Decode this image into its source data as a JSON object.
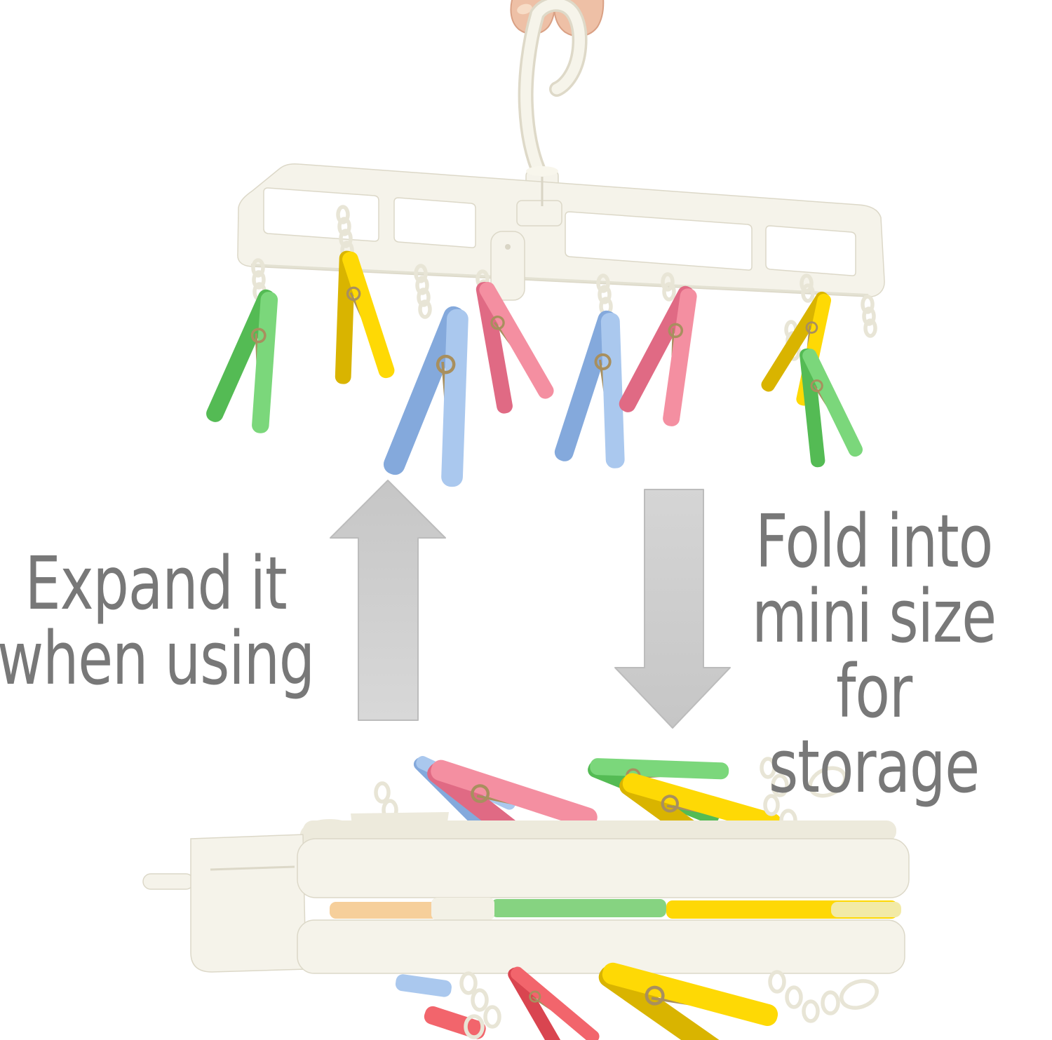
{
  "annotations": {
    "expand_label": "Expand it\nwhen using",
    "fold_label": "Fold into\nmini size for\nstorage",
    "text_color": "#787878",
    "arrow_fill": "#cdcdcd",
    "arrow_outline": "#bcbcbc"
  },
  "figures": {
    "top_photo": {
      "name": "hanger-expanded",
      "clips_visible": [
        "green",
        "yellow",
        "blue",
        "pink",
        "blue",
        "pink",
        "yellow",
        "green"
      ]
    },
    "bottom_photo": {
      "name": "hanger-folded",
      "clips_visible": [
        "blue",
        "pink",
        "green",
        "yellow",
        "pink",
        "yellow"
      ]
    }
  },
  "palette": {
    "background": "#ffffff",
    "hanger_white": "#f5f3ea",
    "hanger_top": "#edeadc",
    "hanger_shadow": "#dcd8c8",
    "chain_white": "#e8e5d6",
    "clip_green": "#7bd77b",
    "clip_green_dark": "#54bb54",
    "clip_yellow": "#fed905",
    "clip_yellow_dark": "#d9b400",
    "clip_blue": "#aac8ee",
    "clip_blue_dark": "#84a9dc",
    "clip_pink": "#f48fa1",
    "clip_pink_dark": "#e06a84",
    "clip_coral": "#f2656c",
    "clip_coral_dark": "#d94550",
    "gap_orange": "#f6cf9b",
    "gap_green": "#86d381",
    "gap_yellow": "#fed805",
    "gap_pale": "#f2eaa6",
    "spring_metal": "#a88f5e",
    "skin": "#eec0a6",
    "skin_shadow": "#d9a084",
    "text_gray": "#787878",
    "arrow_gray": "#cdcdcd"
  }
}
